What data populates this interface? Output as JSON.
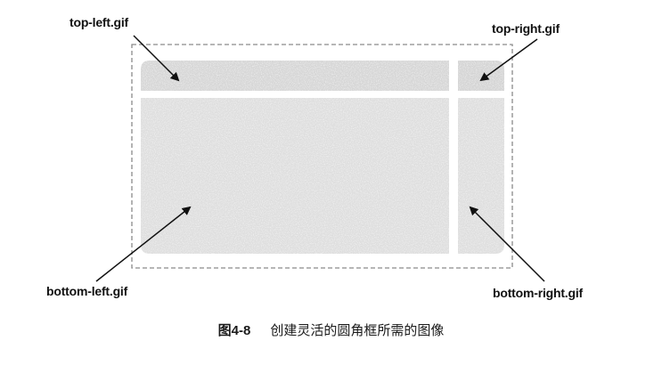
{
  "labels": {
    "top_left": "top-left.gif",
    "top_right": "top-right.gif",
    "bottom_left": "bottom-left.gif",
    "bottom_right": "bottom-right.gif"
  },
  "caption": {
    "number": "图4-8",
    "text": "创建灵活的圆角框所需的图像"
  },
  "colors": {
    "dashed_border": "#8a8a8a",
    "image_fill": "#dedede",
    "top_strip_fill": "#d4d4d4",
    "arrow": "#111111"
  }
}
